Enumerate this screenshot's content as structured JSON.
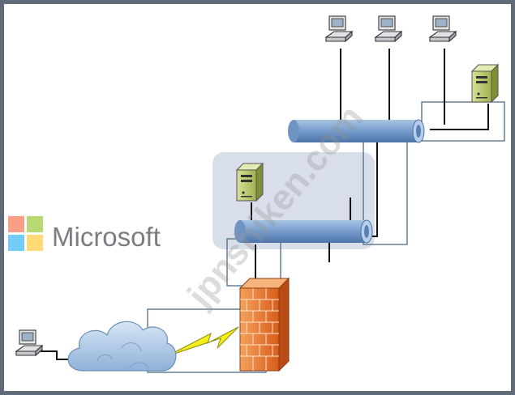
{
  "brand": {
    "name": "Microsoft",
    "colors": [
      "#f25022",
      "#7fba00",
      "#00a4ef",
      "#ffb900"
    ]
  },
  "watermark": "jpnshiken.com",
  "diagram": {
    "nodes": [
      {
        "id": "client-pc",
        "icon": "desktop-computer-icon"
      },
      {
        "id": "internet",
        "icon": "cloud-icon"
      },
      {
        "id": "wan-link",
        "icon": "lightning-bolt-icon"
      },
      {
        "id": "firewall",
        "icon": "brick-firewall-icon"
      },
      {
        "id": "perimeter-server",
        "icon": "server-tower-icon"
      },
      {
        "id": "perimeter-network",
        "icon": "network-segment-pipe-icon"
      },
      {
        "id": "internal-network",
        "icon": "network-segment-pipe-icon"
      },
      {
        "id": "internal-server",
        "icon": "server-tower-icon"
      },
      {
        "id": "workstation-1",
        "icon": "desktop-computer-icon"
      },
      {
        "id": "workstation-2",
        "icon": "desktop-computer-icon"
      },
      {
        "id": "workstation-3",
        "icon": "desktop-computer-icon"
      }
    ],
    "colors": {
      "pipe": "#6e95c4",
      "firewall": "#e8702a",
      "server": "#b9c96a",
      "cloud": "#a9c6e6",
      "bolt": "#f4ee1a",
      "zone": "#d6dde9"
    }
  }
}
